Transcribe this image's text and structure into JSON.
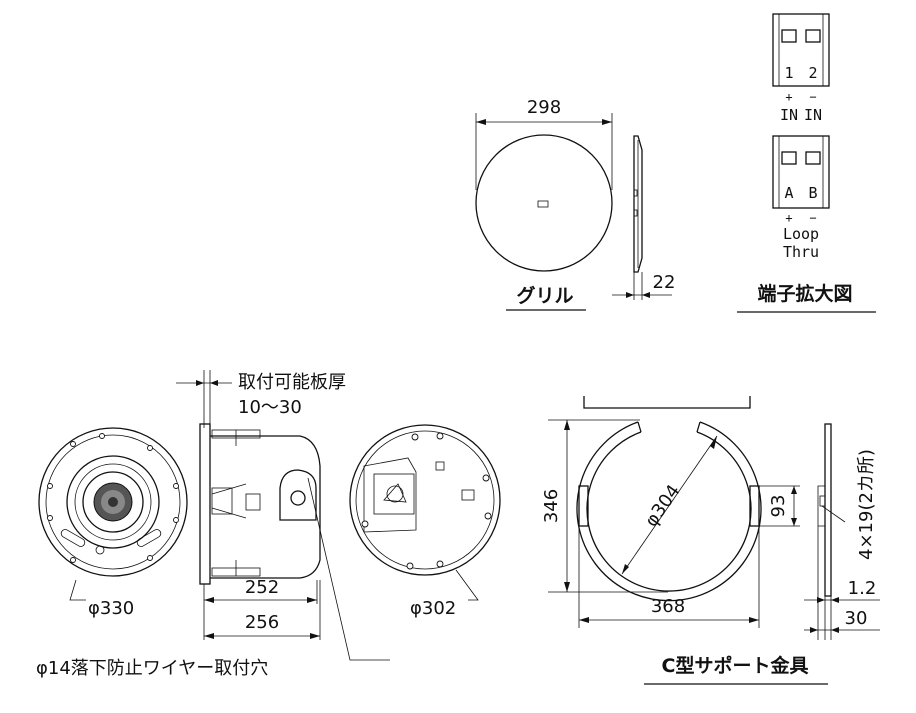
{
  "grille": {
    "label": "グリル",
    "dim_diameter": "298",
    "dim_thickness": "22"
  },
  "terminal": {
    "label": "端子拡大図",
    "in_numbers": [
      "1",
      "2"
    ],
    "in_signs": [
      "+",
      "−"
    ],
    "in_labels": [
      "IN",
      "IN"
    ],
    "loop_letters": [
      "A",
      "B"
    ],
    "loop_signs": [
      "+",
      "−"
    ],
    "loop_line1": "Loop",
    "loop_line2": "Thru"
  },
  "speaker": {
    "board_thickness_label": "取付可能板厚",
    "board_thickness_range": "10〜30",
    "dim_front_diameter": "φ330",
    "dim_rear_diameter": "φ302",
    "dim_depth_252": "252",
    "dim_depth_256": "256",
    "wire_hole_label": "φ14落下防止ワイヤー取付穴"
  },
  "bracket": {
    "label": "C型サポート金具",
    "dim_inner_diameter": "φ304",
    "dim_height": "346",
    "dim_width": "368",
    "dim_tab": "93",
    "dim_slots": "4×19(2カ所)",
    "dim_thick": "1.2",
    "dim_depth": "30"
  }
}
